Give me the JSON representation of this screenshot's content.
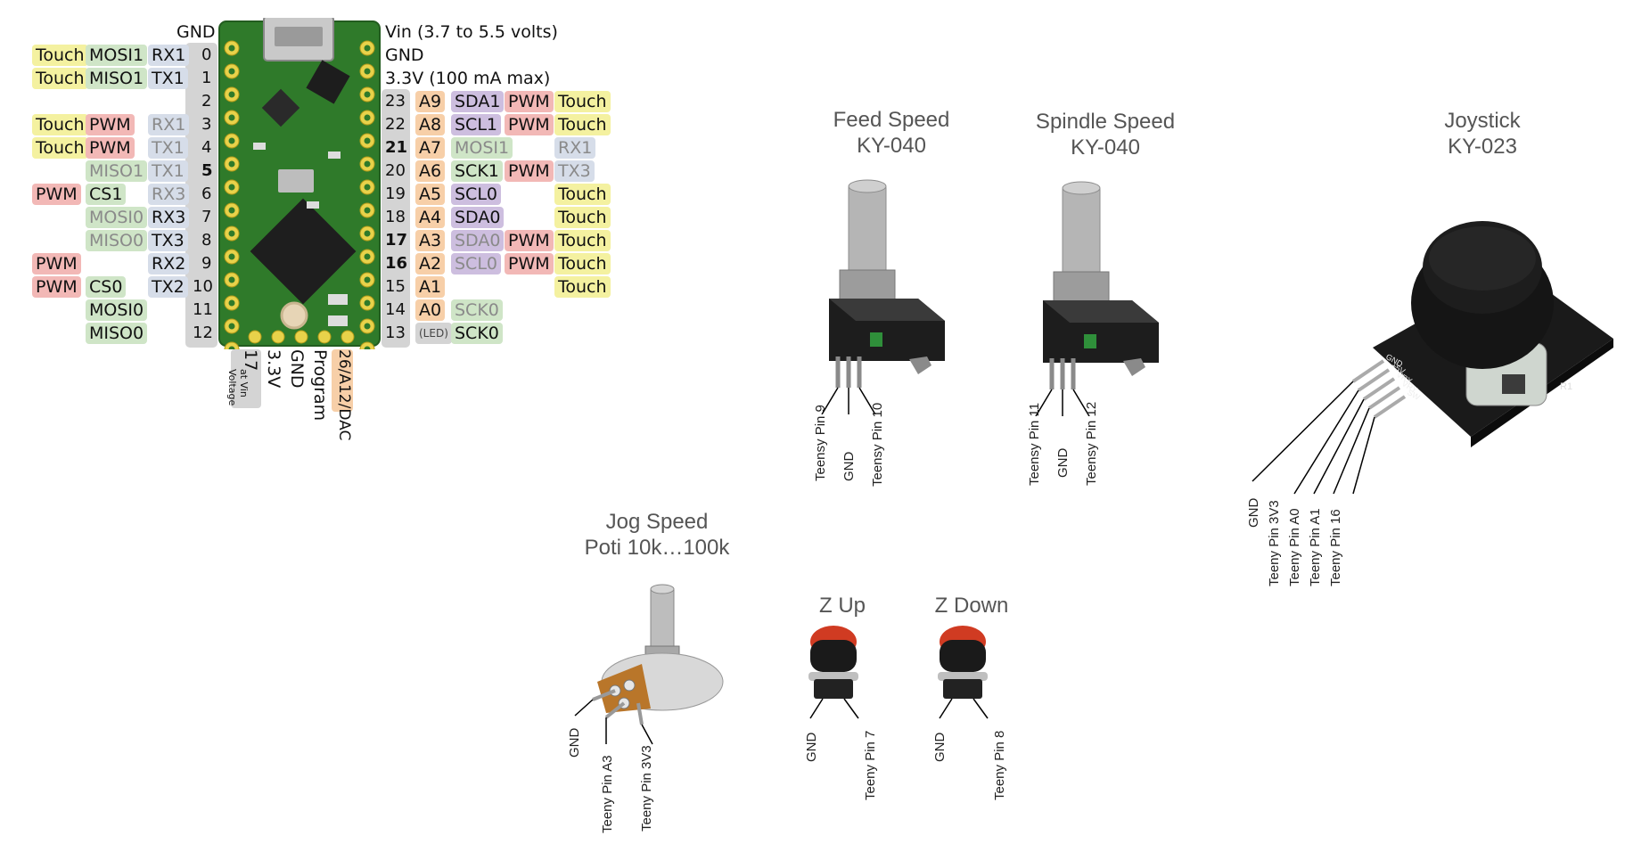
{
  "colors": {
    "touch": "#f4f1a0",
    "spi": "#cfe5c7",
    "serial": "#d6dde9",
    "pwm": "#f2b8b6",
    "i2c": "#cdbedf",
    "analog": "#f7cfa8",
    "gray": "#d4d4d4",
    "pcb": "#2f7a2a",
    "caption": "#555555"
  },
  "teensy": {
    "top_gnd": "GND",
    "vin": "Vin  (3.7 to 5.5 volts)",
    "gnd": "GND",
    "v33": "3.3V (100 mA max)",
    "left_rows": [
      {
        "num": "0",
        "a": "Touch",
        "b": "MOSI1",
        "c": "RX1"
      },
      {
        "num": "1",
        "a": "Touch",
        "b": "MISO1",
        "c": "TX1"
      },
      {
        "num": "2",
        "a": "",
        "b": "",
        "c": ""
      },
      {
        "num": "3",
        "a": "Touch",
        "b": "PWM",
        "c": "RX1"
      },
      {
        "num": "4",
        "a": "Touch",
        "b": "PWM",
        "c": "TX1"
      },
      {
        "num": "5",
        "a": "",
        "b": "MISO1",
        "c": "TX1"
      },
      {
        "num": "6",
        "a": "PWM",
        "b": "CS1",
        "c": "RX3"
      },
      {
        "num": "7",
        "a": "",
        "b": "MOSI0",
        "c": "RX3"
      },
      {
        "num": "8",
        "a": "",
        "b": "MISO0",
        "c": "TX3"
      },
      {
        "num": "9",
        "a": "PWM",
        "b": "",
        "c": "RX2"
      },
      {
        "num": "10",
        "a": "PWM",
        "b": "CS0",
        "c": "TX2"
      },
      {
        "num": "11",
        "a": "",
        "b": "MOSI0",
        "c": ""
      },
      {
        "num": "12",
        "a": "",
        "b": "MISO0",
        "c": ""
      }
    ],
    "right_rows": [
      {
        "num": "23",
        "a": "A9",
        "b": "SDA1",
        "c": "PWM",
        "d": "Touch"
      },
      {
        "num": "22",
        "a": "A8",
        "b": "SCL1",
        "c": "PWM",
        "d": "Touch"
      },
      {
        "num": "21",
        "a": "A7",
        "b": "MOSI1",
        "c": "",
        "d": "RX1"
      },
      {
        "num": "20",
        "a": "A6",
        "b": "SCK1",
        "c": "PWM",
        "d": "TX3"
      },
      {
        "num": "19",
        "a": "A5",
        "b": "SCL0",
        "c": "",
        "d": "Touch"
      },
      {
        "num": "18",
        "a": "A4",
        "b": "SDA0",
        "c": "",
        "d": "Touch"
      },
      {
        "num": "17",
        "a": "A3",
        "b": "SDA0",
        "c": "PWM",
        "d": "Touch"
      },
      {
        "num": "16",
        "a": "A2",
        "b": "SCL0",
        "c": "PWM",
        "d": "Touch"
      },
      {
        "num": "15",
        "a": "A1",
        "b": "",
        "c": "",
        "d": "Touch"
      },
      {
        "num": "14",
        "a": "A0",
        "b": "SCK0",
        "c": "",
        "d": ""
      },
      {
        "num": "13",
        "a": "(LED)",
        "b": "SCK0",
        "c": "",
        "d": ""
      }
    ],
    "bottom": {
      "p17": "17",
      "at_vin": "at Vin",
      "voltage": "Voltage",
      "v33": "3.3V",
      "gnd": "GND",
      "program": "Program",
      "dac": "26/A12/DAC"
    }
  },
  "feed": {
    "title": "Feed Speed",
    "model": "KY-040",
    "pins": [
      "Teensy Pin 9",
      "GND",
      "Teensy Pin 10"
    ]
  },
  "spindle": {
    "title": "Spindle Speed",
    "model": "KY-040",
    "pins": [
      "Teensy Pin 11",
      "GND",
      "Teensy Pin 12"
    ]
  },
  "joystick": {
    "title": "Joystick",
    "model": "KY-023",
    "pins": [
      "GND",
      "Teeny Pin 3V3",
      "Teeny Pin A0",
      "Teeny Pin A1",
      "Teeny Pin 16"
    ],
    "board_labels": [
      "GND",
      "+5V",
      "VRX",
      "VRY",
      "SW"
    ],
    "r1": "R1"
  },
  "jog": {
    "title": "Jog Speed",
    "model": "Poti 10k…100k",
    "pins": [
      "GND",
      "Teeny Pin A3",
      "Teeny Pin 3V3"
    ]
  },
  "zup": {
    "title": "Z Up",
    "pins": [
      "GND",
      "Teeny Pin 7"
    ]
  },
  "zdown": {
    "title": "Z Down",
    "pins": [
      "GND",
      "Teeny Pin 8"
    ]
  }
}
